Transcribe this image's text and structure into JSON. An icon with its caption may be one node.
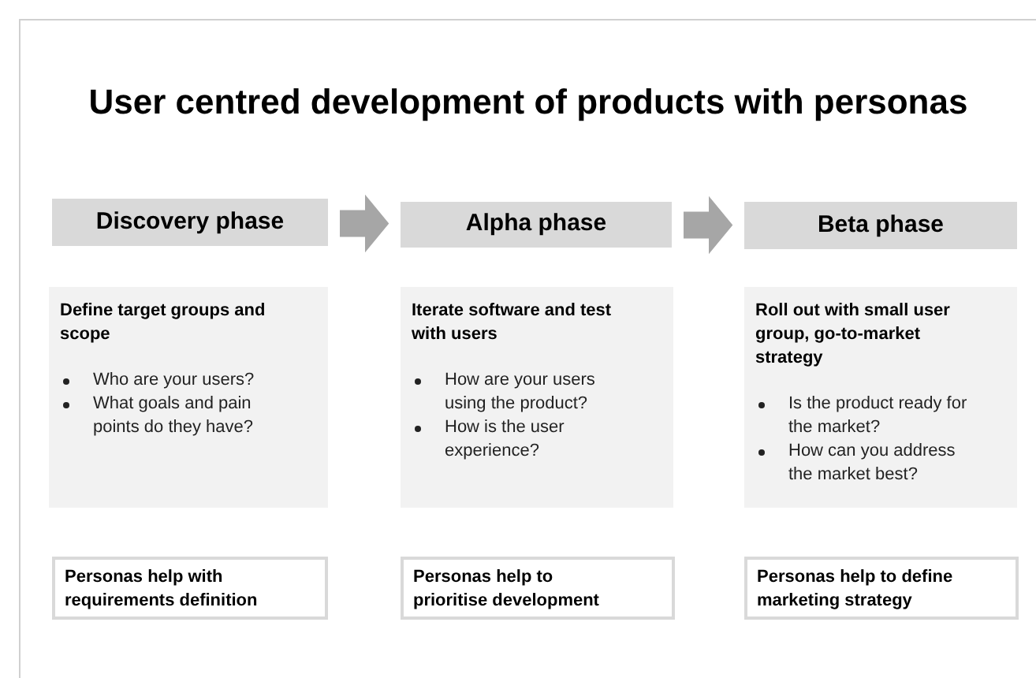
{
  "diagram": {
    "title": "User centred development of products with personas",
    "nodes": [
      {
        "text": [
          "Discovery phase"
        ]
      },
      {
        "text": [
          "Alpha phase"
        ]
      },
      {
        "text": [
          "Beta phase"
        ]
      },
      {
        "text": [
          "Define target groups and scope",
          "Who are your users?",
          "What goals and pain points do they have?"
        ]
      },
      {
        "text": [
          "Iterate software and test with users",
          "How are your users using the product?",
          "How is the user experience?"
        ]
      },
      {
        "text": [
          "Roll out with small user group, go-to-market strategy",
          "Is the product ready for the market?",
          "How can you address the market best?"
        ]
      },
      {
        "text": [
          "Personas help with requirements definition"
        ]
      },
      {
        "text": [
          "Personas help to prioritise development"
        ]
      },
      {
        "text": [
          "Personas help to define marketing strategy"
        ]
      }
    ],
    "edges": [
      {
        "from": 0,
        "to": 1,
        "arrow": "to"
      },
      {
        "from": 1,
        "to": 2,
        "arrow": "to"
      }
    ]
  }
}
